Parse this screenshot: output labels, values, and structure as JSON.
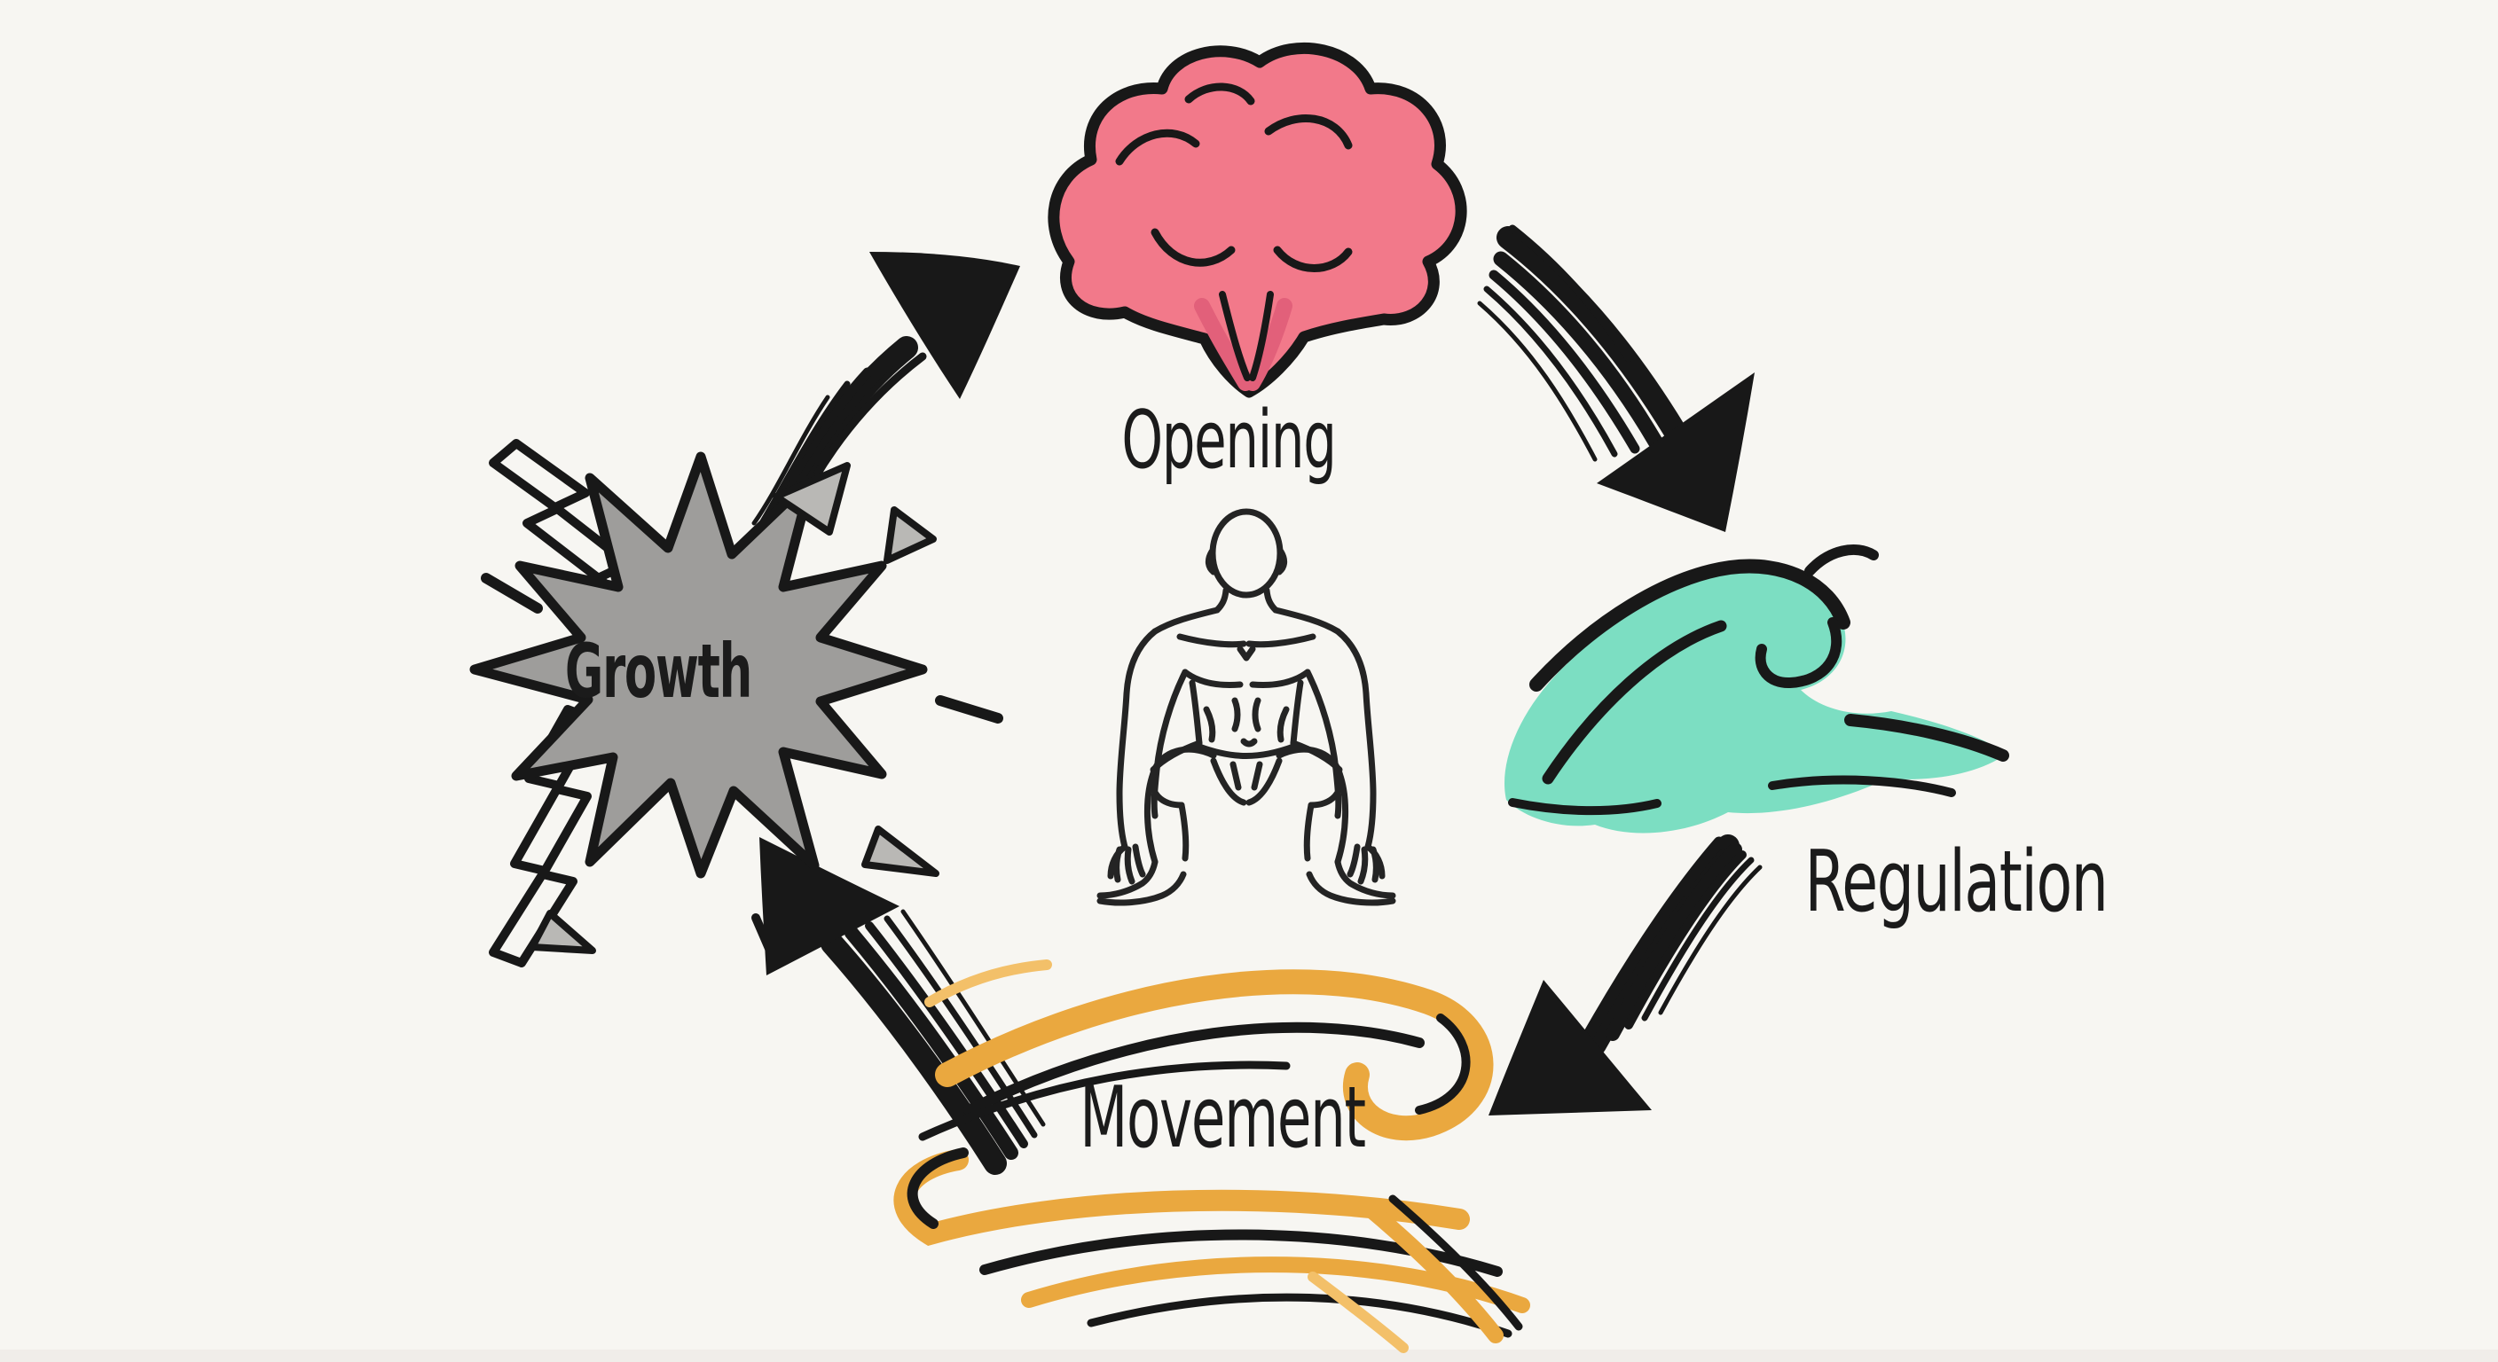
{
  "canvas": {
    "background": "#f7f6f2",
    "ink": "#181818",
    "bottom_band": "#edebe6"
  },
  "cycle": {
    "description": "hand-drawn four-step cycle diagram",
    "nodes": [
      {
        "id": "opening",
        "label": "Opening",
        "icon": "brain-explosion-icon",
        "color": "#f2798a",
        "shade": "#e2607a",
        "position": "top"
      },
      {
        "id": "regulation",
        "label": "Regulation",
        "icon": "wave-icon",
        "color": "#7cdec2",
        "shade": "#5ecfae",
        "position": "right"
      },
      {
        "id": "movement",
        "label": "Movement",
        "icon": "wind-swoosh-icon",
        "color": "#eaa83f",
        "shade": "#f3c069",
        "position": "bottom"
      },
      {
        "id": "growth",
        "label": "Growth",
        "icon": "starburst-icon",
        "color": "#9e9d9b",
        "shade": "#b9b8b5",
        "position": "left"
      }
    ],
    "arrows": [
      {
        "from": "growth",
        "to": "opening"
      },
      {
        "from": "opening",
        "to": "regulation"
      },
      {
        "from": "regulation",
        "to": "movement"
      },
      {
        "from": "movement",
        "to": "growth"
      }
    ],
    "center_figure": "squatting-person"
  }
}
